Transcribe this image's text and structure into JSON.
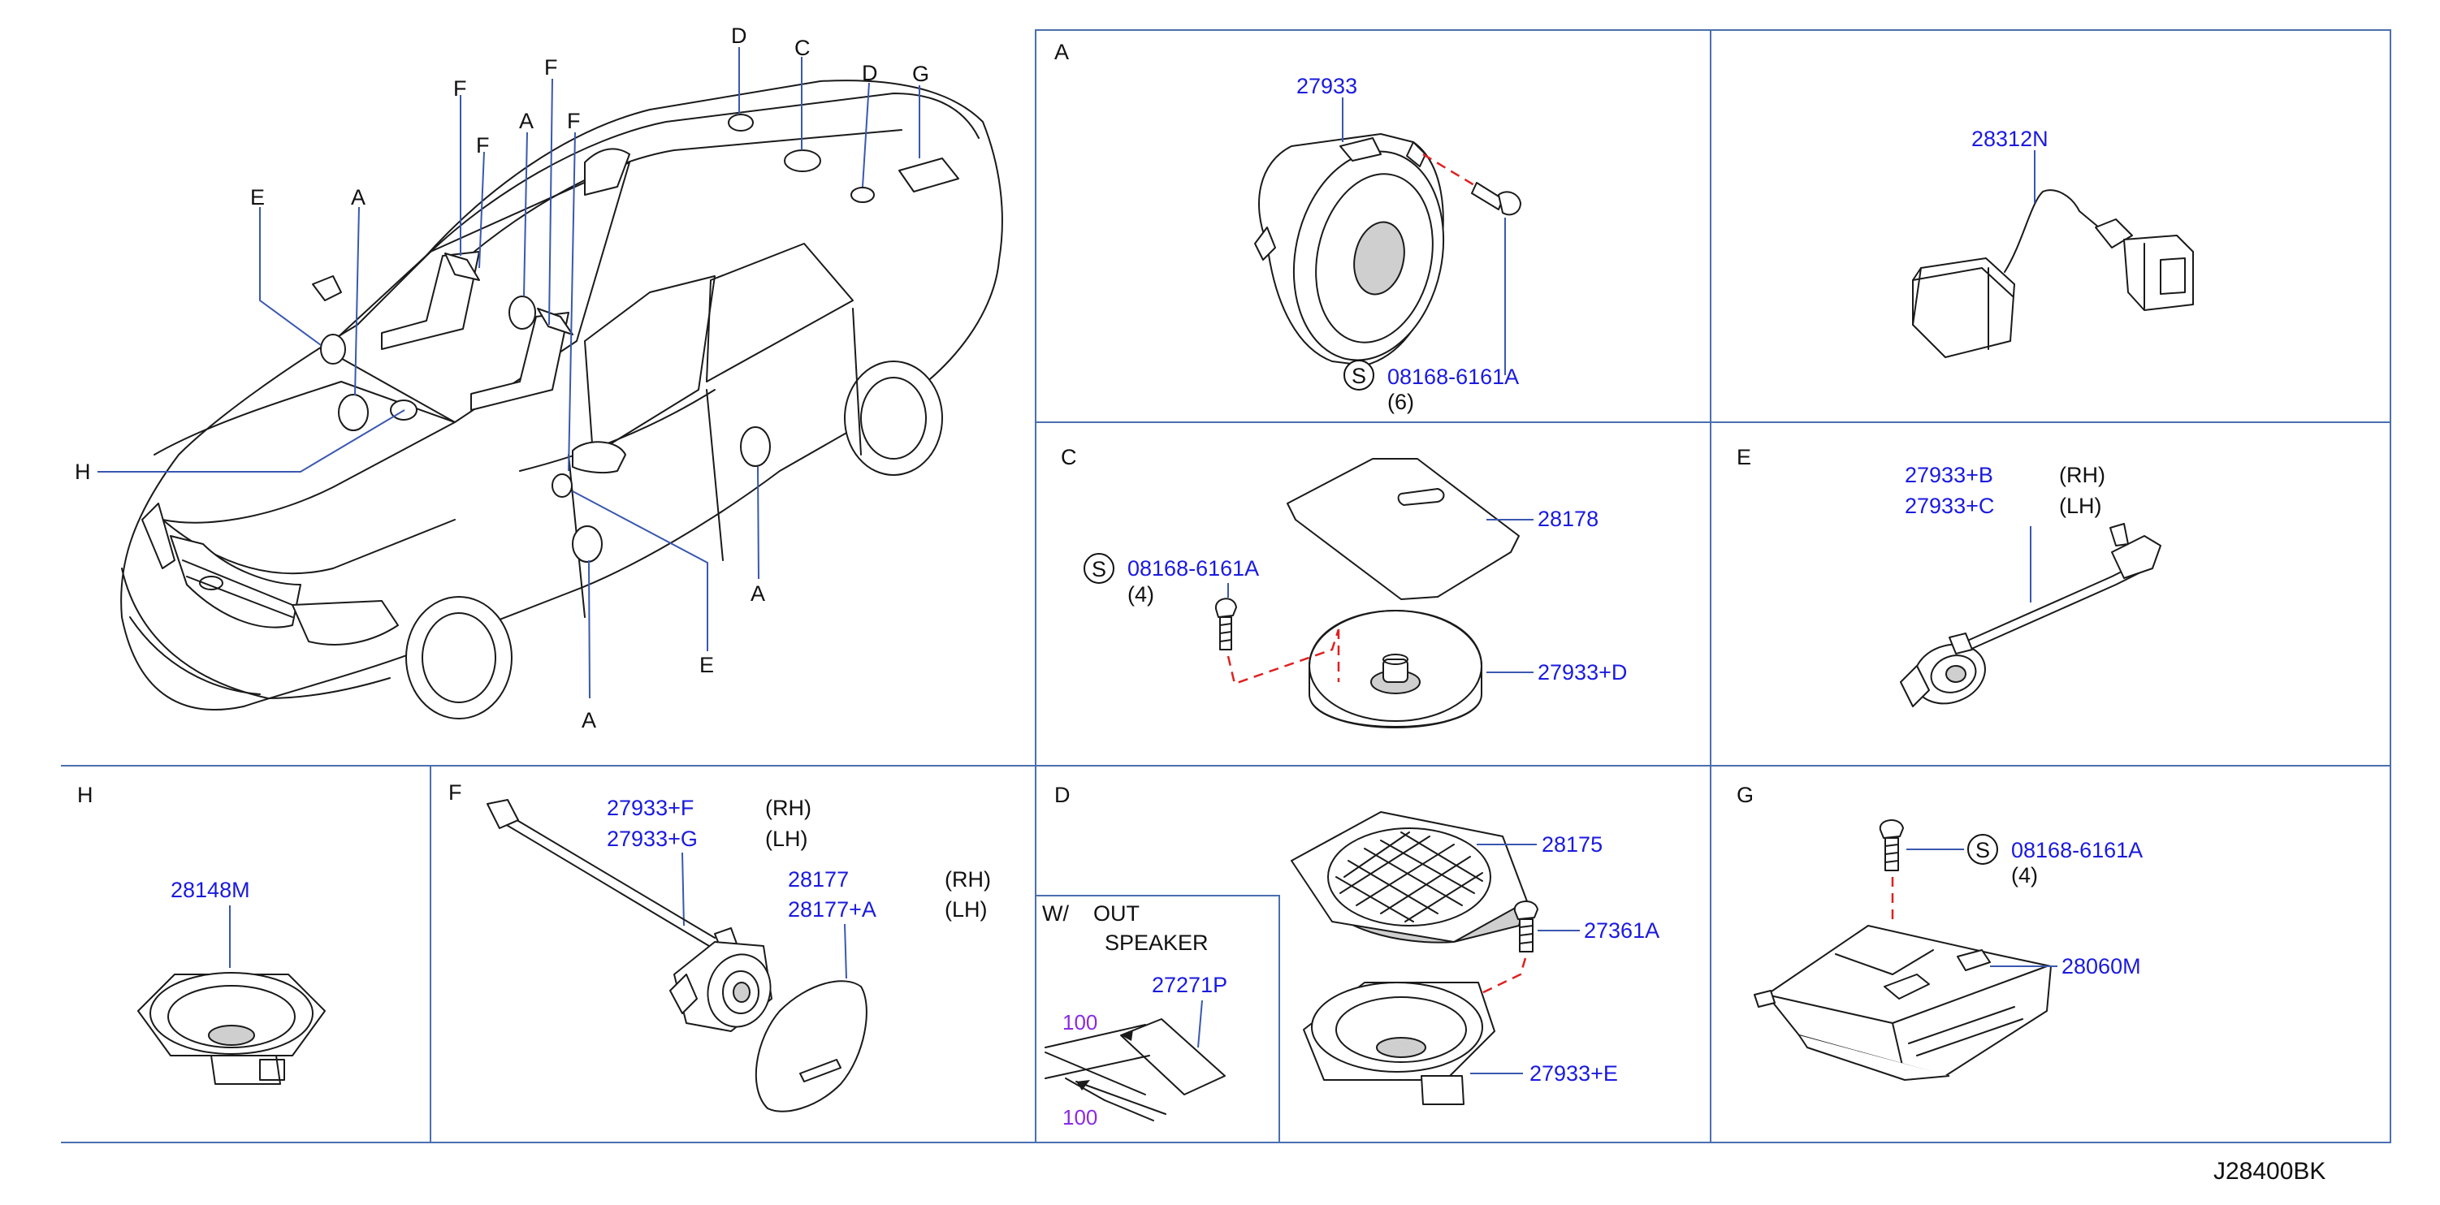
{
  "diagram_id": "J28400BK",
  "overview": {
    "callouts": [
      "D",
      "C",
      "D",
      "G",
      "F",
      "F",
      "A",
      "F",
      "E",
      "A",
      "F",
      "H",
      "A",
      "E",
      "A"
    ]
  },
  "panels": {
    "A": {
      "letter": "A",
      "part": "27933",
      "screw_symbol": "S",
      "screw_part": "08168-6161A",
      "screw_qty": "(6)"
    },
    "top_right": {
      "part": "28312N"
    },
    "C": {
      "letter": "C",
      "screw_symbol": "S",
      "screw_part": "08168-6161A",
      "screw_qty": "(4)",
      "cover_part": "28178",
      "speaker_part": "27933+D"
    },
    "E": {
      "letter": "E",
      "part_rh": "27933+B",
      "rh": "(RH)",
      "part_lh": "27933+C",
      "lh": "(LH)"
    },
    "H": {
      "letter": "H",
      "part": "28148M"
    },
    "F": {
      "letter": "F",
      "part_rh": "27933+F",
      "rh": "(RH)",
      "part_lh": "27933+G",
      "lh": "(LH)",
      "cover_rh": "28177",
      "cover_rh_side": "(RH)",
      "cover_lh": "28177+A",
      "cover_lh_side": "(LH)"
    },
    "D": {
      "letter": "D",
      "grille_part": "28175",
      "bolt_part": "27361A",
      "speaker_part": "27933+E",
      "sub": {
        "title_w": "W/",
        "title_line1": "OUT",
        "title_line2": "SPEAKER",
        "part": "27271P",
        "dim_top": "100",
        "dim_bottom": "100"
      }
    },
    "G": {
      "letter": "G",
      "screw_symbol": "S",
      "screw_part": "08168-6161A",
      "screw_qty": "(4)",
      "amp_part": "28060M"
    }
  }
}
